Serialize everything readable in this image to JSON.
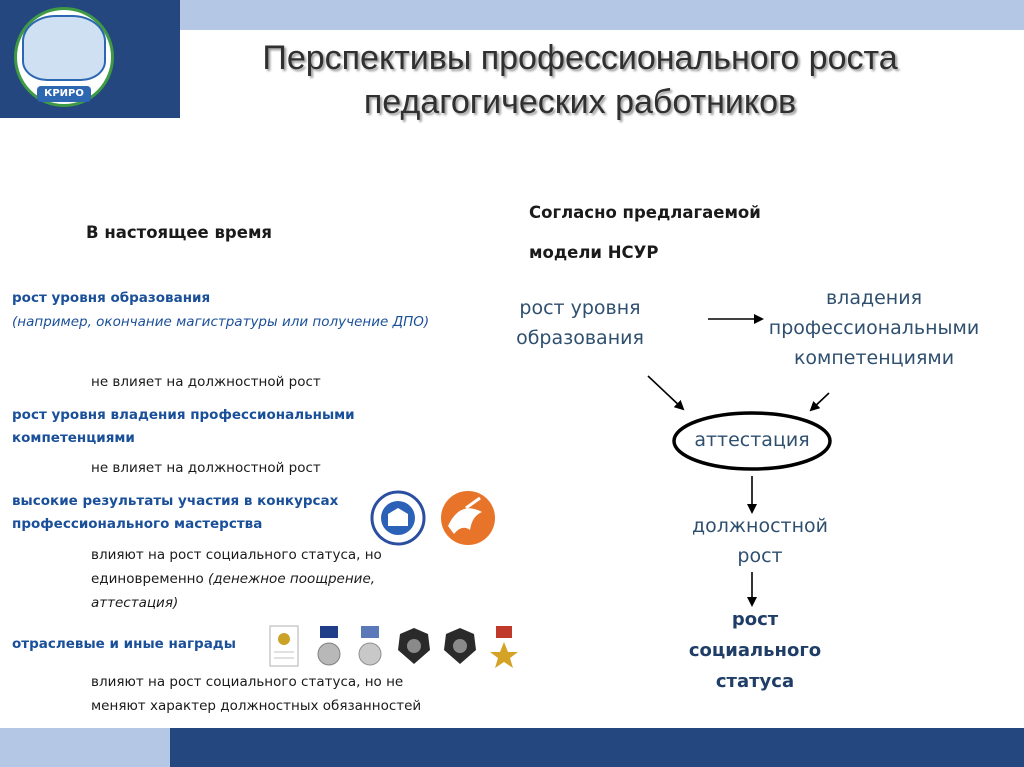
{
  "title": {
    "line1": "Перспективы профессионального роста",
    "line2": "педагогических работников"
  },
  "logo": {
    "badge": "КРИРО"
  },
  "left": {
    "heading": "В настоящее время",
    "items": [
      {
        "head": "рост уровня образования",
        "note": "(например, окончание магистратуры или получение ДПО)",
        "effect": "не влияет на должностной рост"
      },
      {
        "head_line1": "рост уровня владения профессиональными",
        "head_line2": "компетенциями",
        "effect": "не влияет на должностной рост"
      },
      {
        "head_line1": "высокие результаты участия в конкурсах",
        "head_line2": "профессионального мастерства",
        "effect_line1": "влияют на рост социального статуса,  но",
        "effect_line2_a": "единовременно ",
        "effect_line2_b": "(денежное поощрение,",
        "effect_line3": "аттестация)"
      },
      {
        "head": "отраслевые и иные награды",
        "effect_line1": "влияют на рост социального статуса,  но не",
        "effect_line2": "меняют характер должностных обязанностей"
      }
    ]
  },
  "right": {
    "heading_line1": "Согласно предлагаемой",
    "heading_line2": "модели НСУР",
    "node_education_1": "рост уровня",
    "node_education_2": "образования",
    "node_competence_1": "владения",
    "node_competence_2": "профессиональными",
    "node_competence_3": "компетенциями",
    "node_attestation": "аттестация",
    "node_position_1": "должностной",
    "node_position_2": "рост",
    "node_status_1": "рост",
    "node_status_2": "социального",
    "node_status_3": "статуса"
  },
  "colors": {
    "navy": "#23477e",
    "light_blue": "#b4c8e6",
    "text_blue": "#1a4f99"
  }
}
